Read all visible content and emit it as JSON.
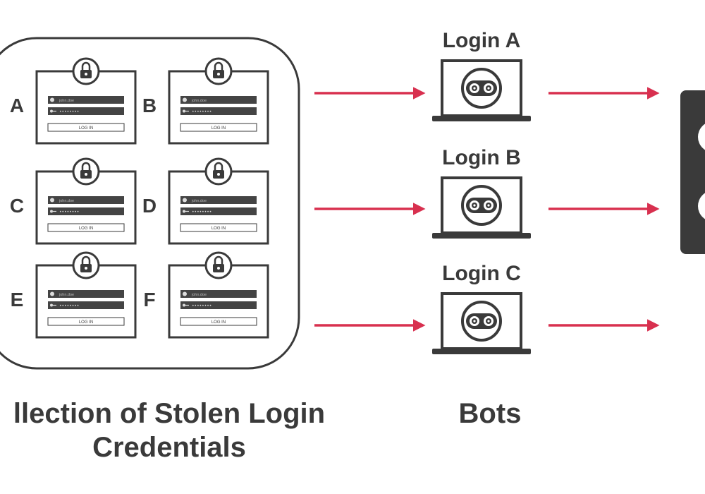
{
  "collection": {
    "caption_line1": "llection of Stolen Login",
    "caption_line2": "Credentials",
    "cards": [
      {
        "letter": "A",
        "username": "john.doe",
        "password": "••••••••",
        "button": "LOG IN"
      },
      {
        "letter": "B",
        "username": "john.doe",
        "password": "••••••••",
        "button": "LOG IN"
      },
      {
        "letter": "C",
        "username": "john.doe",
        "password": "••••••••",
        "button": "LOG IN"
      },
      {
        "letter": "D",
        "username": "john.doe",
        "password": "••••••••",
        "button": "LOG IN"
      },
      {
        "letter": "E",
        "username": "john.doe",
        "password": "••••••••",
        "button": "LOG IN"
      },
      {
        "letter": "F",
        "username": "john.doe",
        "password": "••••••••",
        "button": "LOG IN"
      }
    ]
  },
  "bots": {
    "caption": "Bots",
    "items": [
      {
        "label": "Login A"
      },
      {
        "label": "Login B"
      },
      {
        "label": "Login C"
      }
    ]
  },
  "colors": {
    "arrow": "#d8304f",
    "ink": "#3a3a3a",
    "field_fill": "#444444"
  },
  "icons": {
    "lock": "padlock-icon",
    "bot": "robot-face-icon",
    "laptop": "laptop-icon",
    "user": "user-icon",
    "key": "key-icon"
  }
}
